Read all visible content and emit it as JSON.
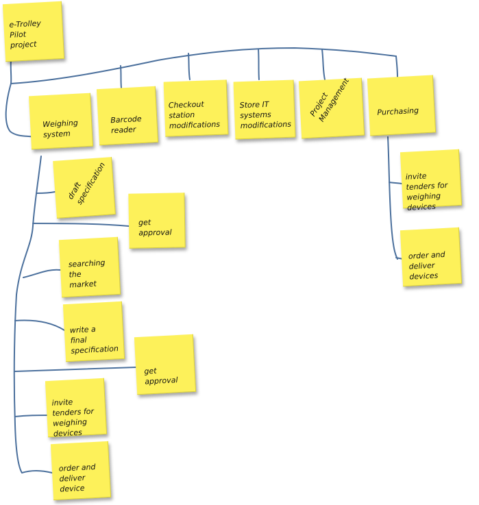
{
  "colors": {
    "note": "#fdf15a",
    "connector": "#4a6f9c"
  },
  "root": {
    "label": "e-Trolley\nPilot\nproject"
  },
  "branches": [
    {
      "label": "Weighing\nsystem"
    },
    {
      "label": "Barcode\nreader"
    },
    {
      "label": "Checkout\nstation\nmodifications"
    },
    {
      "label": "Store IT\nsystems\nmodifications"
    },
    {
      "label": "Project\nManagement"
    },
    {
      "label": "Purchasing"
    }
  ],
  "weighing_tasks": [
    {
      "label": "draft\nspecification"
    },
    {
      "label": "get\napproval"
    },
    {
      "label": "searching\nthe\nmarket"
    },
    {
      "label": "write a\nfinal\nspecification"
    },
    {
      "label": "get\napproval"
    },
    {
      "label": "invite\ntenders for\nweighing\ndevices"
    },
    {
      "label": "order and\ndeliver\ndevice"
    }
  ],
  "purchasing_tasks": [
    {
      "label": "invite\ntenders for\nweighing\ndevices"
    },
    {
      "label": "order and\ndeliver\ndevices"
    }
  ]
}
